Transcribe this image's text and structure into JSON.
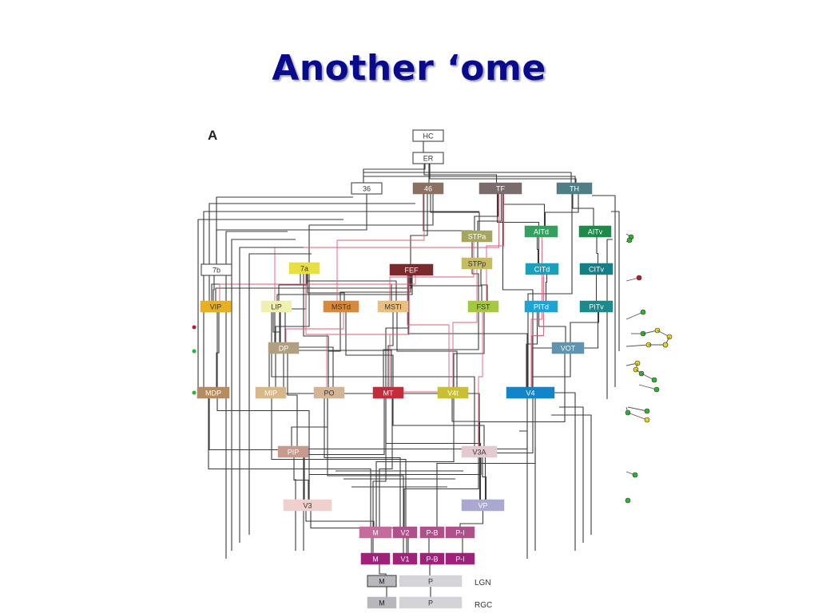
{
  "slide": {
    "title": "Another ‘ome"
  },
  "diagram": {
    "panel_label": "A",
    "areas": {
      "HC": "HC",
      "ER": "ER",
      "a36": "36",
      "a46": "46",
      "TF": "TF",
      "TH": "TH",
      "AITd": "AITd",
      "AITv": "AITv",
      "STPa": "STPa",
      "a7b": "7b",
      "a7a": "7a",
      "FEF": "FEF",
      "STPp": "STPp",
      "CITd": "CITd",
      "CITv": "CITv",
      "VIP": "VIP",
      "LIP": "LIP",
      "MSTd": "MSTd",
      "MSTl": "MSTl",
      "FST": "FST",
      "PITd": "PITd",
      "PITv": "PITv",
      "DP": "DP",
      "VOT": "VOT",
      "MDP": "MDP",
      "MIP": "MIP",
      "PO": "PO",
      "MT": "MT",
      "V4t": "V4t",
      "V4": "V4",
      "PIP": "PIP",
      "V3A": "V3A",
      "V3": "V3",
      "VP": "VP",
      "V2M": "M",
      "V2": "V2",
      "V2PB": "P-B",
      "V2PI": "P-I",
      "V1M": "M",
      "V1": "V1",
      "V1PB": "P-B",
      "V1PI": "P-I",
      "LGNM": "M",
      "LGNP": "P",
      "RGCM": "M",
      "RGCP": "P"
    },
    "row_labels": {
      "lgn": "LGN",
      "rgc": "RGC"
    },
    "colors": {
      "title": "#0a0a8c",
      "hierarchy_line": "#3a3a3a",
      "cross_link": "#d9607a",
      "node_green": "#2db52d",
      "node_yellow": "#e8d81c",
      "node_red": "#c0182c"
    }
  }
}
